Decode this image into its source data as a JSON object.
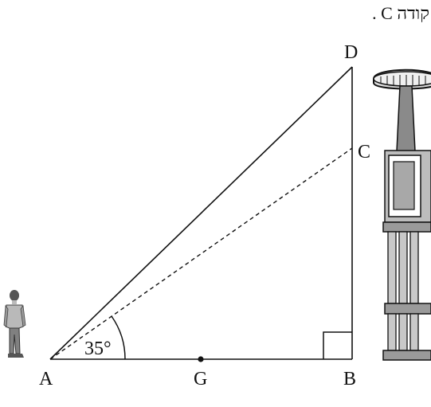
{
  "header_text": "קודה C .",
  "points": {
    "A": "A",
    "B": "B",
    "C": "C",
    "D": "D",
    "G": "G"
  },
  "angle_label": "35°"
}
